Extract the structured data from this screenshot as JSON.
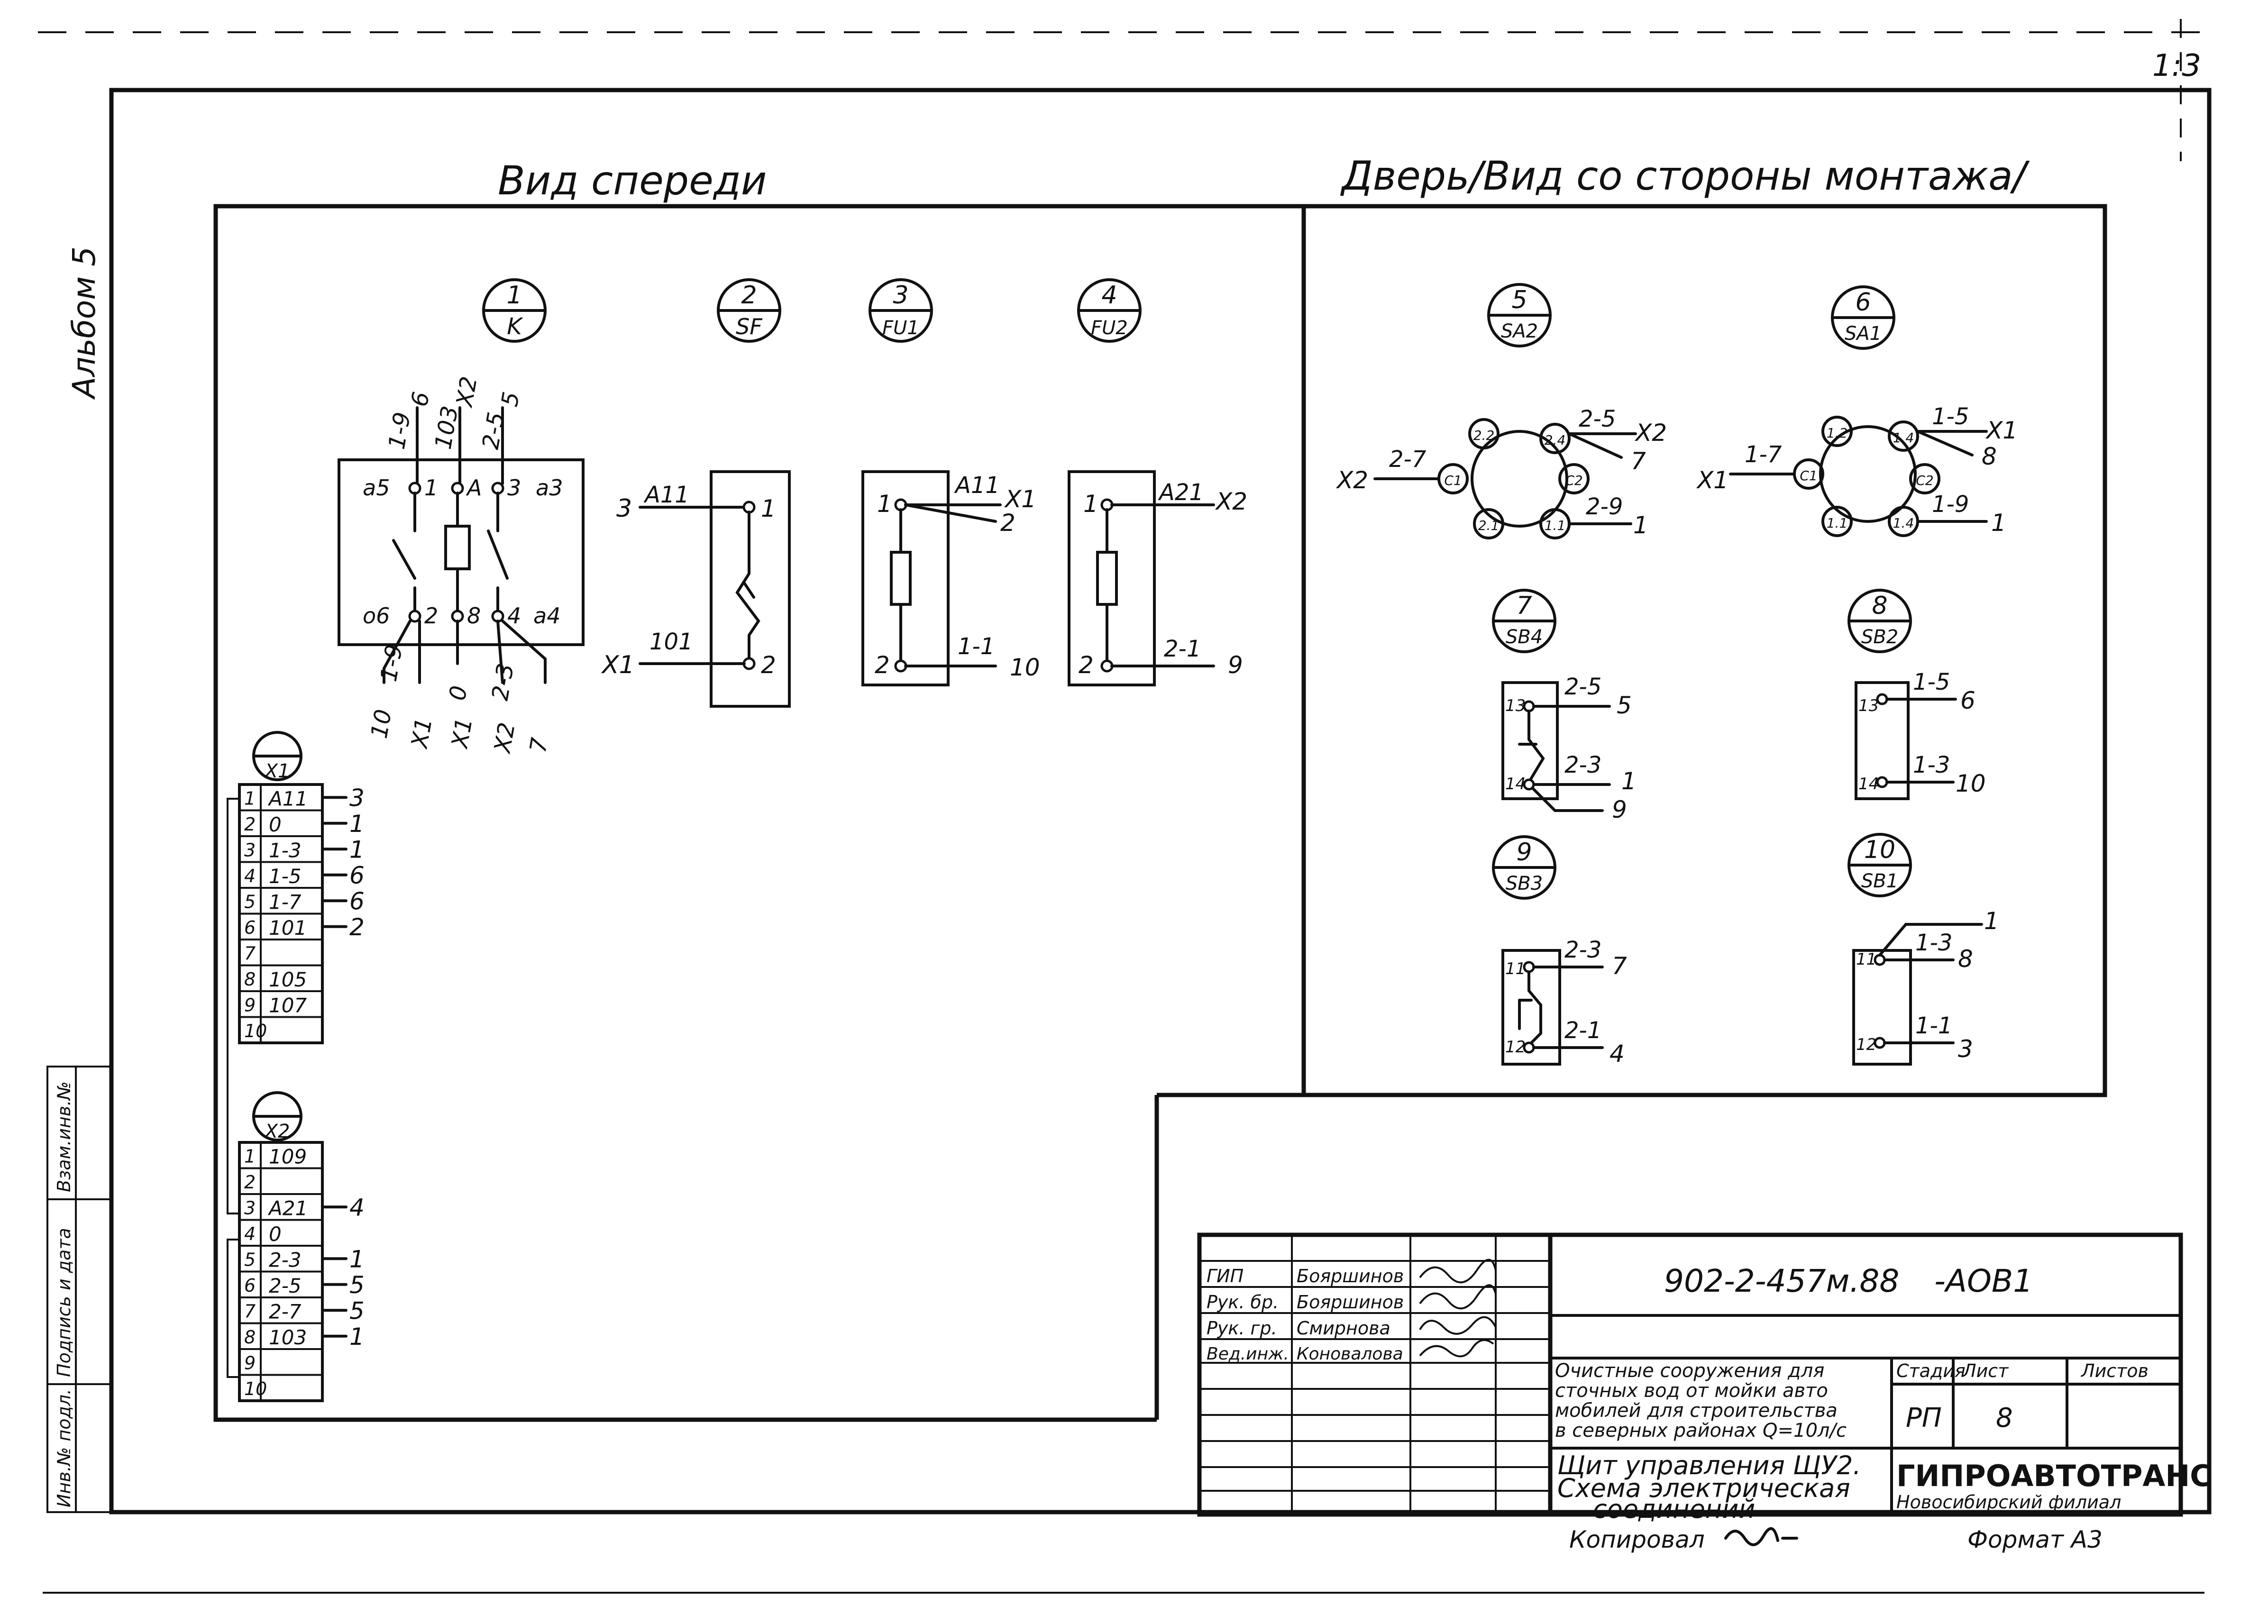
{
  "corner_mark": "1:3",
  "album_label": "Альбом 5",
  "left_stamp": [
    "Инв.№ подл.",
    "Подпись и дата",
    "Взам.инв.№"
  ],
  "front_view": {
    "heading": "Вид спереди",
    "components": [
      {
        "num": "1",
        "code": "K"
      },
      {
        "num": "2",
        "code": "SF"
      },
      {
        "num": "3",
        "code": "FU1"
      },
      {
        "num": "4",
        "code": "FU2"
      }
    ],
    "contactor": {
      "top_wires": [
        "1-9",
        "6",
        "103",
        "X2",
        "2-5",
        "5"
      ],
      "row_top": [
        "a5",
        "1",
        "A",
        "3",
        "a3"
      ],
      "row_bottom": [
        "o6",
        "2",
        "8",
        "4",
        "a4"
      ],
      "bottom_wires": [
        "10",
        "1-9",
        "X1",
        "0",
        "X1",
        "2-3",
        "X2",
        "7"
      ]
    },
    "sf": {
      "t1": "1",
      "t2": "2",
      "w1": "A11",
      "w2": "101",
      "l1": "3",
      "l2": "X1"
    },
    "fu1": {
      "t1": "1",
      "t2": "2",
      "w1": "A11",
      "w2": "1-1",
      "r1": "X1",
      "r1b": "2",
      "r2": "10"
    },
    "fu2": {
      "t1": "1",
      "t2": "2",
      "w1": "A21",
      "w2": "2-1",
      "r1": "X2",
      "r2": "9"
    }
  },
  "door_view": {
    "heading": "Дверь/Вид со стороны монтажа/",
    "components": [
      {
        "num": "5",
        "code": "SA2"
      },
      {
        "num": "6",
        "code": "SA1"
      },
      {
        "num": "7",
        "code": "SB4"
      },
      {
        "num": "8",
        "code": "SB2"
      },
      {
        "num": "9",
        "code": "SB3"
      },
      {
        "num": "10",
        "code": "SB1"
      }
    ],
    "sa2": {
      "pins": [
        "2.2",
        "2.4",
        "C1",
        "C2",
        "2.1",
        "1.1"
      ],
      "left_wire": "2-7",
      "left_dest": "X2",
      "w_top": "2-5",
      "w_top_dest": "X2",
      "w_top_dest2": "7",
      "w_bot": "2-9",
      "w_bot_dest": "1"
    },
    "sa1": {
      "pins": [
        "1.2",
        "1.4",
        "C1",
        "C2",
        "1.1",
        "1.4"
      ],
      "left_wire": "1-7",
      "left_dest": "X1",
      "w_top": "1-5",
      "w_top_dest": "X1",
      "w_top_dest2": "8",
      "w_bot": "1-9",
      "w_bot_dest": "1"
    },
    "sb4": {
      "p1": "13",
      "p2": "14",
      "w1": "2-5",
      "d1": "5",
      "w2": "2-3",
      "d2": "1",
      "d3": "9"
    },
    "sb2": {
      "p1": "13",
      "p2": "14",
      "w1": "1-5",
      "d1": "6",
      "w2": "1-3",
      "d2": "10"
    },
    "sb3": {
      "p1": "11",
      "p2": "12",
      "w1": "2-3",
      "d1": "7",
      "w2": "2-1",
      "d2": "4"
    },
    "sb1": {
      "p1": "11",
      "p2": "12",
      "w1": "1-3",
      "d1": "8",
      "d1b": "1",
      "w2": "1-1",
      "d2": "3"
    }
  },
  "terminal_x1": {
    "label": "X1",
    "rows": [
      {
        "n": "1",
        "wire": "A11",
        "dest": "3"
      },
      {
        "n": "2",
        "wire": "0",
        "dest": "1"
      },
      {
        "n": "3",
        "wire": "1-3",
        "dest": "1"
      },
      {
        "n": "4",
        "wire": "1-5",
        "dest": "6"
      },
      {
        "n": "5",
        "wire": "1-7",
        "dest": "6"
      },
      {
        "n": "6",
        "wire": "101",
        "dest": "2"
      },
      {
        "n": "7",
        "wire": "",
        "dest": ""
      },
      {
        "n": "8",
        "wire": "105",
        "dest": ""
      },
      {
        "n": "9",
        "wire": "107",
        "dest": ""
      },
      {
        "n": "10",
        "wire": "",
        "dest": ""
      }
    ]
  },
  "terminal_x2": {
    "label": "X2",
    "rows": [
      {
        "n": "1",
        "wire": "109",
        "dest": ""
      },
      {
        "n": "2",
        "wire": "",
        "dest": ""
      },
      {
        "n": "3",
        "wire": "A21",
        "dest": "4"
      },
      {
        "n": "4",
        "wire": "0",
        "dest": ""
      },
      {
        "n": "5",
        "wire": "2-3",
        "dest": "1"
      },
      {
        "n": "6",
        "wire": "2-5",
        "dest": "5"
      },
      {
        "n": "7",
        "wire": "2-7",
        "dest": "5"
      },
      {
        "n": "8",
        "wire": "103",
        "dest": "1"
      },
      {
        "n": "9",
        "wire": "",
        "dest": ""
      },
      {
        "n": "10",
        "wire": "",
        "dest": ""
      }
    ]
  },
  "title_block": {
    "doc_number": "902-2-457м.88",
    "doc_suffix": "-АОВ1",
    "signers": [
      {
        "role": "ГИП",
        "name": "Бояршинов"
      },
      {
        "role": "Рук. бр.",
        "name": "Бояршинов"
      },
      {
        "role": "Рук. гр.",
        "name": "Смирнова"
      },
      {
        "role": "Вед.инж.",
        "name": "Коновалова"
      }
    ],
    "project_lines": [
      "Очистные сооружения для",
      "сточных вод от мойки авто",
      "мобилей для строительства",
      "в северных районах Q=10л/с"
    ],
    "sheet_title_lines": [
      "Щит управления ЩУ2.",
      "Схема электрическая",
      "соединений"
    ],
    "col_stage": "Стадия",
    "col_sheet": "Лист",
    "col_sheets": "Листов",
    "stage": "РП",
    "sheet": "8",
    "sheets": "",
    "org": "ГИПРОАВТОТРАНС",
    "org_branch": "Новосибирский филиал",
    "copied": "Копировал",
    "format": "Формат А3"
  }
}
